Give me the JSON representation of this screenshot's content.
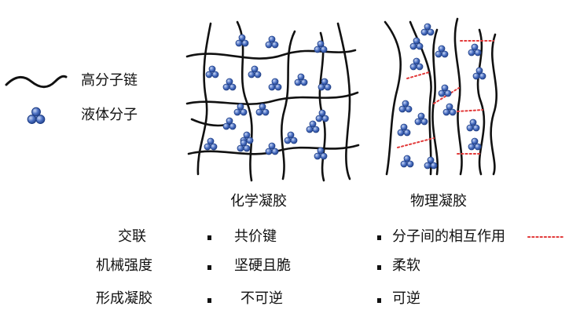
{
  "legend": {
    "chain_label": "高分子链",
    "liquid_label": "液体分子"
  },
  "panels": {
    "chemical_title": "化学凝胶",
    "physical_title": "物理凝胶"
  },
  "table": {
    "rows": [
      {
        "property": "交联",
        "chemical": "共价键",
        "physical": "分子间的相互作用"
      },
      {
        "property": "机械强度",
        "chemical": "坚硬且脆",
        "physical": "柔软"
      },
      {
        "property": "形成凝胶",
        "chemical": "不可逆",
        "physical": "可逆"
      }
    ]
  },
  "colors": {
    "chain": "#111111",
    "molecule_fill": "#4a6fc2",
    "molecule_stroke": "#1f3f86",
    "interaction": "#e23a3a"
  }
}
